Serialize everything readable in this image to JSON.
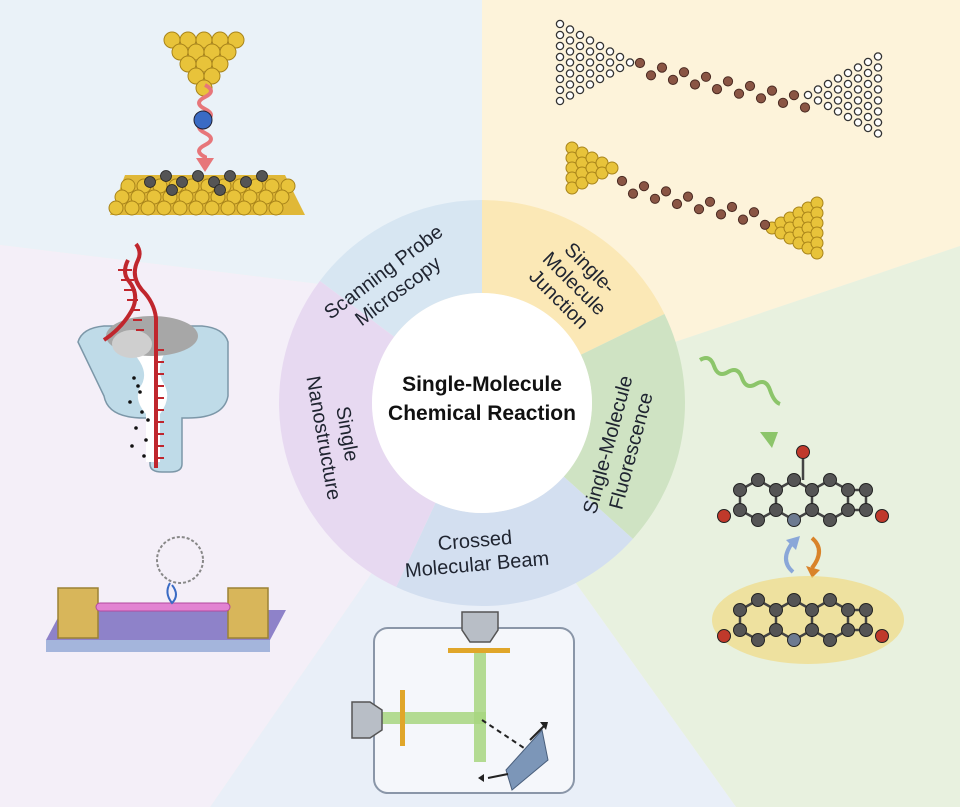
{
  "center": {
    "line1": "Single-Molecule",
    "line2": "Chemical Reaction"
  },
  "segments": [
    {
      "id": "spm",
      "lines": [
        "Scanning Probe",
        "Microscopy"
      ],
      "color": "#d7e6f2"
    },
    {
      "id": "smj",
      "lines": [
        "Single-",
        "Molecule",
        "Junction"
      ],
      "color": "#fbe8b6"
    },
    {
      "id": "smf",
      "lines": [
        "Single-Molecule",
        "Fluorescence"
      ],
      "color": "#cfe3c3"
    },
    {
      "id": "cmb",
      "lines": [
        "Crossed",
        "Molecular Beam"
      ],
      "color": "#d3dff0"
    },
    {
      "id": "sn",
      "lines": [
        "Single",
        "Nanostructure"
      ],
      "color": "#e7d9f1"
    }
  ],
  "panels": [
    {
      "id": "spm",
      "color": "#eaf2f8"
    },
    {
      "id": "smj",
      "color": "#fdf3da"
    },
    {
      "id": "smf",
      "color": "#e8f1df"
    },
    {
      "id": "cmb",
      "color": "#e9eff8"
    },
    {
      "id": "sn",
      "color": "#f4eff8"
    }
  ],
  "colors": {
    "gold": "#e8c33a",
    "carbon": "#555555",
    "brown": "#8a5544",
    "oxygen": "#c0392b",
    "nitrogen": "#6c7fa0",
    "dna": "#c0262d"
  }
}
